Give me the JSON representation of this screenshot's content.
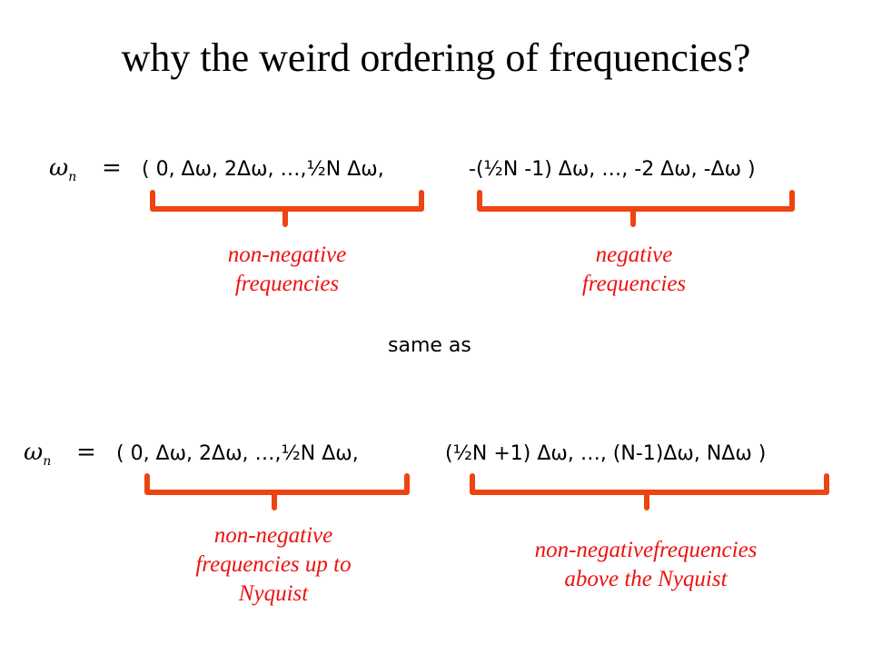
{
  "title": "why the weird ordering of frequencies?",
  "colors": {
    "bracket": "#ee4411",
    "label": "#ee1111"
  },
  "row1": {
    "omega": "ω",
    "omega_sub": "n",
    "equals": "=",
    "left_seq": "( 0, Δω, 2Δω, …,½N Δω,",
    "right_seq": "-(½N -1) Δω, …, -2 Δω, -Δω )",
    "left_label": [
      "non-negative",
      "frequencies"
    ],
    "right_label": [
      "negative",
      "frequencies"
    ]
  },
  "same_as": "same as",
  "row2": {
    "omega": "ω",
    "omega_sub": "n",
    "equals": "=",
    "left_seq": "( 0, Δω, 2Δω, …,½N Δω,",
    "right_seq": "(½N +1) Δω, …, (N-1)Δω, NΔω )",
    "left_label": [
      "non-negative",
      "frequencies up to",
      "Nyquist"
    ],
    "right_label": [
      "non-negativefrequencies",
      "above the Nyquist"
    ]
  }
}
